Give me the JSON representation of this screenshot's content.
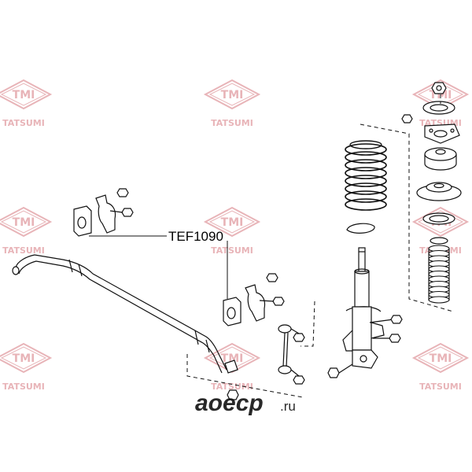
{
  "watermark": {
    "logo_text": "TMI",
    "brand_text": "TATSUMI",
    "color": "#e8b4b8"
  },
  "callout": {
    "part_number": "TEF1090"
  },
  "site_watermark": {
    "text": "aoecp",
    "suffix": ".ru"
  },
  "colors": {
    "line": "#111111",
    "watermark": "#e8b4b8",
    "background": "#ffffff"
  }
}
